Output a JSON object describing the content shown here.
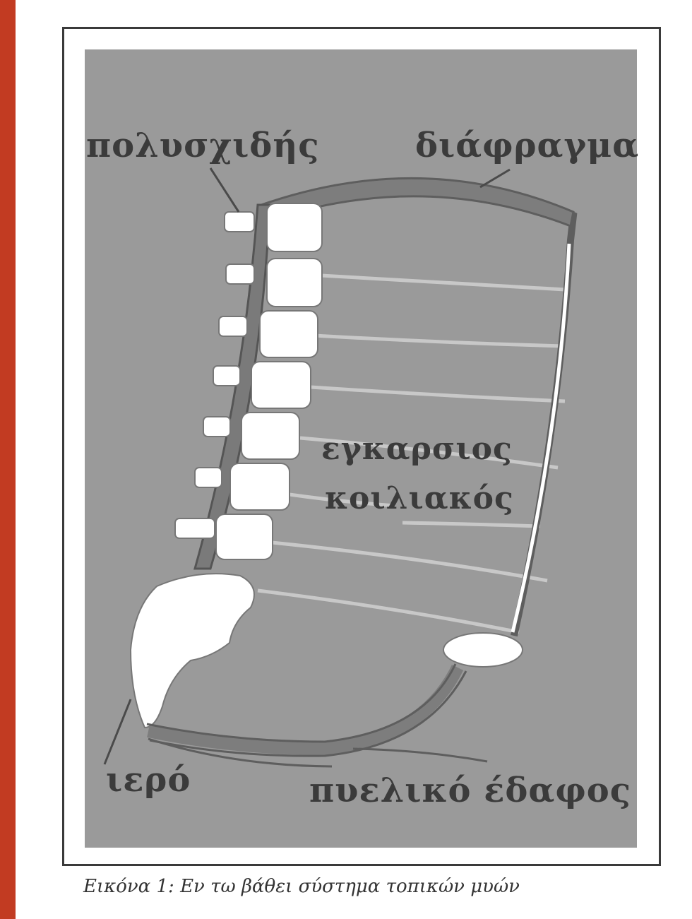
{
  "labels": {
    "multifidus": "πολυσχιδής",
    "diaphragm": "διάφραγμα",
    "transversus_line1": "εγκαρσιος",
    "transversus_line2": "κοιλιακός",
    "sacrum": "ιερό",
    "pelvic_floor": "πυελικό έδαφος"
  },
  "caption": "Εικόνα 1: Εν τω βάθει σύστημα τοπικών μυών",
  "colors": {
    "background_red": "#c23b22",
    "panel_gray": "#9a9a9a",
    "muscle_gray": "#7d7d7d",
    "bone_white": "#ffffff",
    "label_dark": "#3b3b3b"
  }
}
